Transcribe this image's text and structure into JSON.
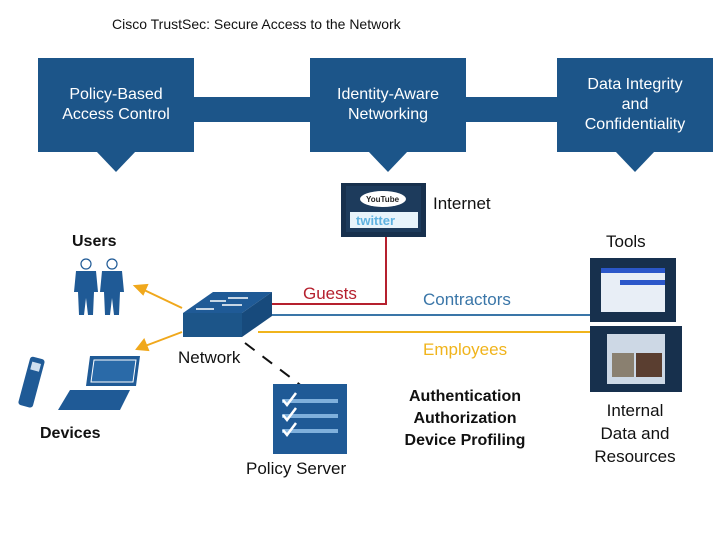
{
  "title": "Cisco TrustSec: Secure Access to the Network",
  "pillars": [
    {
      "label": "Policy-Based\nAccess Control"
    },
    {
      "label": "Identity-Aware\nNetworking"
    },
    {
      "label": "Data Integrity\nand\nConfidentiality"
    }
  ],
  "nodes": {
    "internet": "Internet",
    "internet_logos": [
      "YouTube",
      "twitter"
    ],
    "users": "Users",
    "devices": "Devices",
    "network": "Network",
    "policy_server": "Policy Server",
    "tools": "Tools",
    "internal": "Internal\nData and\nResources"
  },
  "links": {
    "guests": {
      "label": "Guests",
      "color": "#b5202e"
    },
    "contractors": {
      "label": "Contractors",
      "color": "#3a76a8"
    },
    "employees": {
      "label": "Employees",
      "color": "#f0b41c"
    }
  },
  "services": [
    "Authentication",
    "Authorization",
    "Device Profiling"
  ],
  "colors": {
    "pillar": "#1c5589",
    "icon_blue": "#1f5a96",
    "arrow": "#f0a81c",
    "screen_frame": "#17304d"
  }
}
